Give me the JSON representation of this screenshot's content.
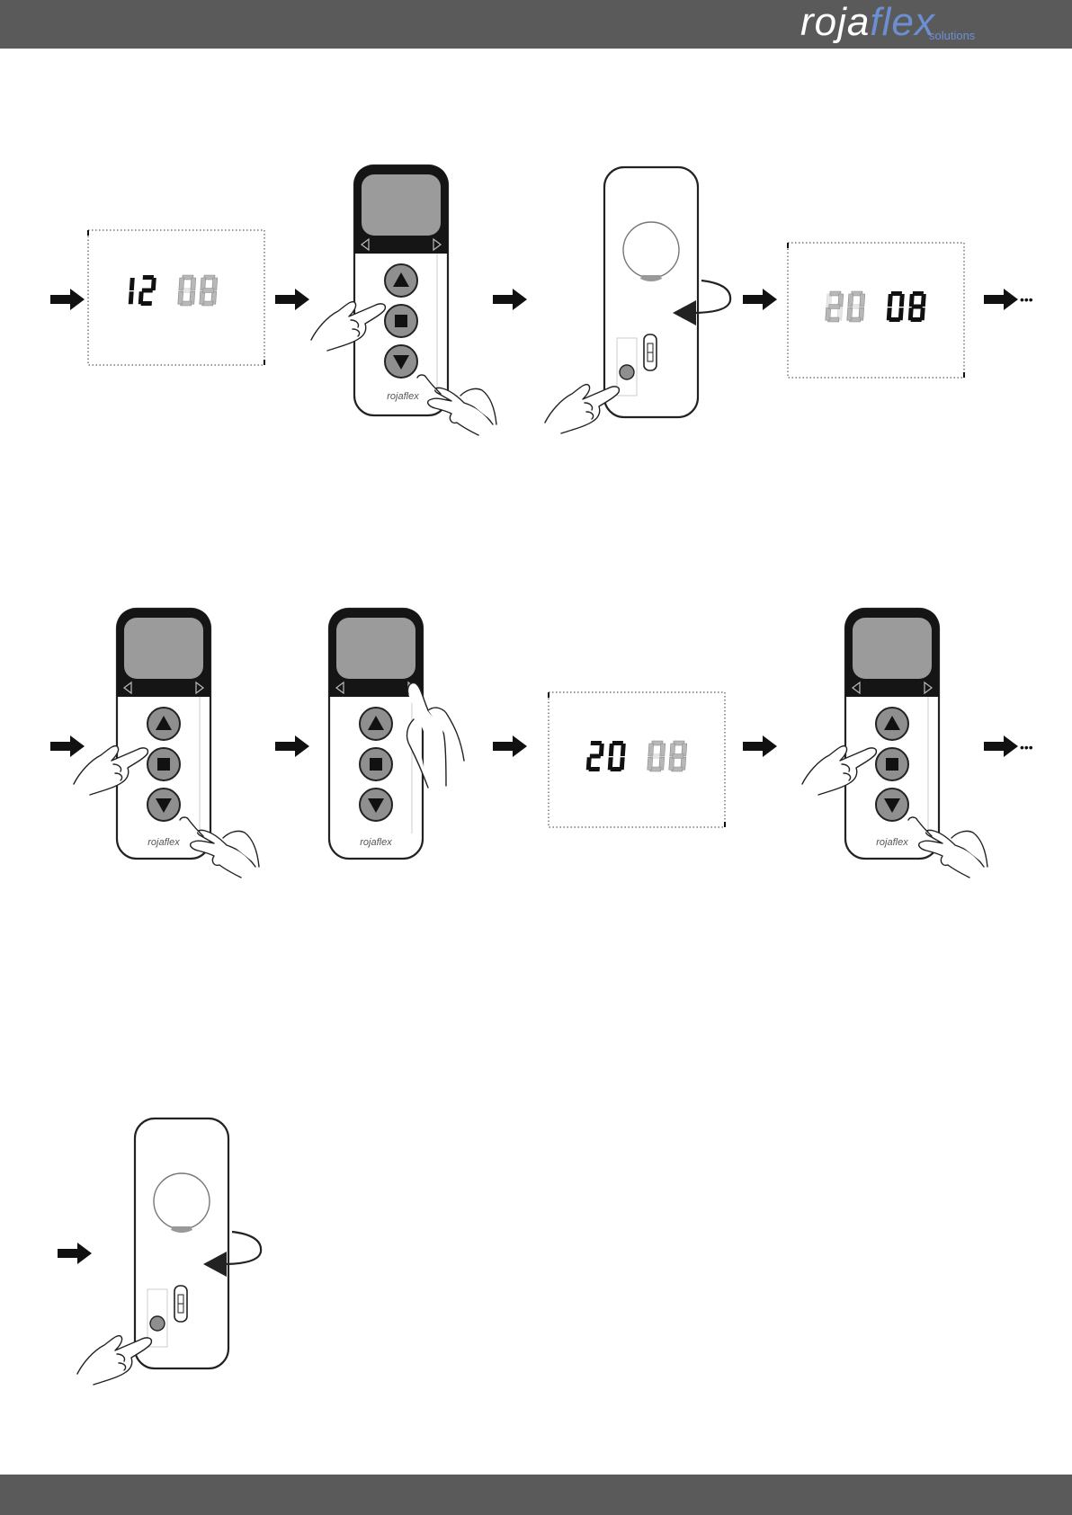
{
  "header": {
    "logo_main": "roja",
    "logo_accent": "flex",
    "logo_sub": "solutions"
  },
  "remote_brand": "rojaflex",
  "displays": [
    {
      "id": "display-1",
      "left_digits": "12",
      "left_state": "on",
      "right_digits": "08",
      "right_state": "dim"
    },
    {
      "id": "display-2",
      "left_digits": "20",
      "left_state": "dim",
      "right_digits": "08",
      "right_state": "on"
    },
    {
      "id": "display-3",
      "left_digits": "20",
      "left_state": "on",
      "right_digits": "08",
      "right_state": "dim"
    }
  ],
  "continue_marker": "•••",
  "colors": {
    "bar": "#5a5a5a",
    "button_gray": "#8f8f8f",
    "screen_gray": "#9b9b9b",
    "accent": "#6c8fd4"
  }
}
